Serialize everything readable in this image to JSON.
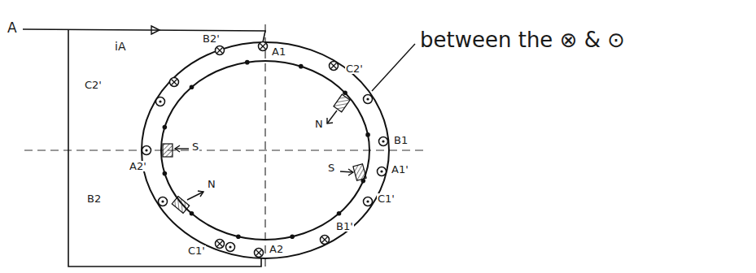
{
  "diagram": {
    "labels": [
      "A",
      "iA",
      "B2'",
      "A1",
      "C2'",
      "B1",
      "A1'",
      "C1'",
      "B1'",
      "A2",
      "C1'",
      "B2",
      "A2'",
      "C2'",
      "S",
      "N",
      "S",
      "N",
      "between the ⊗ & ⊙"
    ]
  }
}
